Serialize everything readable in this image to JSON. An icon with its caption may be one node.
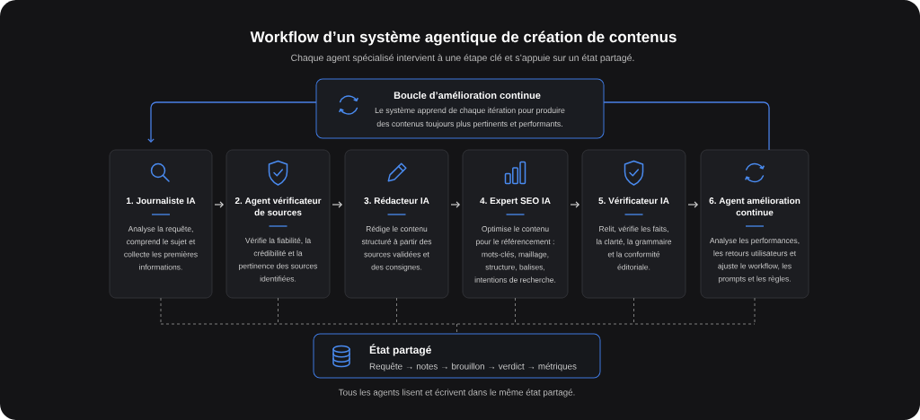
{
  "diagram": {
    "title": "Workflow d’un système agentique de création de contenus",
    "caption": "Tous les agents lisent et écrivent dans le même état partagé.",
    "nodes": [
      {
        "text": [
          "Boucle d’amélioration continue",
          "Le système apprend de chaque itération pour produire des contenus toujours plus pertinents et performants."
        ]
      },
      {
        "text": [
          "1. Journaliste IA",
          "Analyse la requête, comprend le sujet et collecte les premières informations."
        ]
      },
      {
        "text": [
          "2. Agent vérificateur de sources",
          "Vérifie la fiabilité, la crédibilité et la pertinence des sources identifiées."
        ]
      },
      {
        "text": [
          "3. Rédacteur IA",
          "Rédige le contenu structuré à partir des sources validées et des consignes."
        ]
      },
      {
        "text": [
          "4. Expert SEO IA",
          "Optimise le contenu pour le référencement : mots-clés, maillage, structure, balises, intentions de recherche."
        ]
      },
      {
        "text": [
          "5. Vérificateur IA",
          "Relit, vérifie les faits, la clarté, la grammaire et la conformité éditoriale."
        ]
      },
      {
        "text": [
          "6. Agent amélioration continue",
          "Analyse les performances, les retours utilisateurs et ajuste le workflow, les prompts et les règles."
        ]
      },
      {
        "text": [
          "État partagé",
          "Requête → notes → brouillon → verdict → métriques"
        ]
      }
    ],
    "edges": [
      {
        "from": 1,
        "to": 2,
        "arrow": "to",
        "color": "#dcdcdc"
      },
      {
        "from": 2,
        "to": 3,
        "arrow": "to",
        "color": "#dcdcdc"
      },
      {
        "from": 3,
        "to": 4,
        "arrow": "to",
        "color": "#dcdcdc"
      },
      {
        "from": 4,
        "to": 5,
        "arrow": "to",
        "color": "#dcdcdc"
      },
      {
        "from": 5,
        "to": 6,
        "arrow": "to",
        "color": "#dcdcdc"
      },
      {
        "from": 6,
        "to": 0,
        "arrow": "none",
        "color": "#4a80e6"
      },
      {
        "from": 0,
        "to": 1,
        "arrow": "to",
        "color": "#4a80e6"
      },
      {
        "from": 1,
        "to": 7,
        "arrow": "none",
        "style": "dashed"
      },
      {
        "from": 2,
        "to": 7,
        "arrow": "none",
        "style": "dashed"
      },
      {
        "from": 3,
        "to": 7,
        "arrow": "none",
        "style": "dashed"
      },
      {
        "from": 4,
        "to": 7,
        "arrow": "none",
        "style": "dashed"
      },
      {
        "from": 5,
        "to": 7,
        "arrow": "none",
        "style": "dashed"
      },
      {
        "from": 6,
        "to": 7,
        "arrow": "none",
        "style": "dashed"
      }
    ],
    "labels": [
      "Chaque agent spécialisé intervient à une étape clé et s’appuie sur un état partagé."
    ]
  }
}
